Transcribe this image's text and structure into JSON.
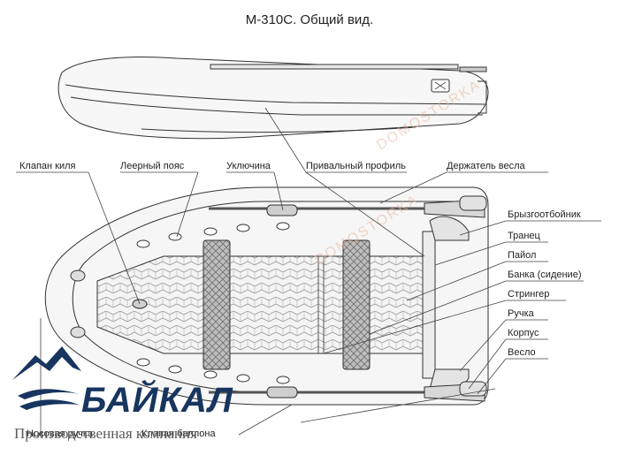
{
  "title": "М-310С. Общий вид.",
  "labels": {
    "keel_valve": "Клапан киля",
    "lifeline": "Леерный пояс",
    "oarlock": "Уключина",
    "rubbing_strake": "Привальный профиль",
    "oar_holder": "Держатель весла",
    "splash_guard": "Брызгоотбойник",
    "transom": "Транец",
    "floor": "Пайол",
    "bench": "Банка (сидение)",
    "stringer": "Стрингер",
    "handle": "Ручка",
    "hull": "Корпус",
    "oar": "Весло",
    "bow_handle": "Носовая ручка",
    "tube_valve": "Клапан баллона"
  },
  "logo": {
    "name": "БАЙКАЛ",
    "subtitle": "Производственная компания"
  },
  "watermark": "DOMOSTORKA",
  "colors": {
    "logo_blue": "#17355f",
    "line": "#333333",
    "watermark": "#e9b6a0"
  }
}
